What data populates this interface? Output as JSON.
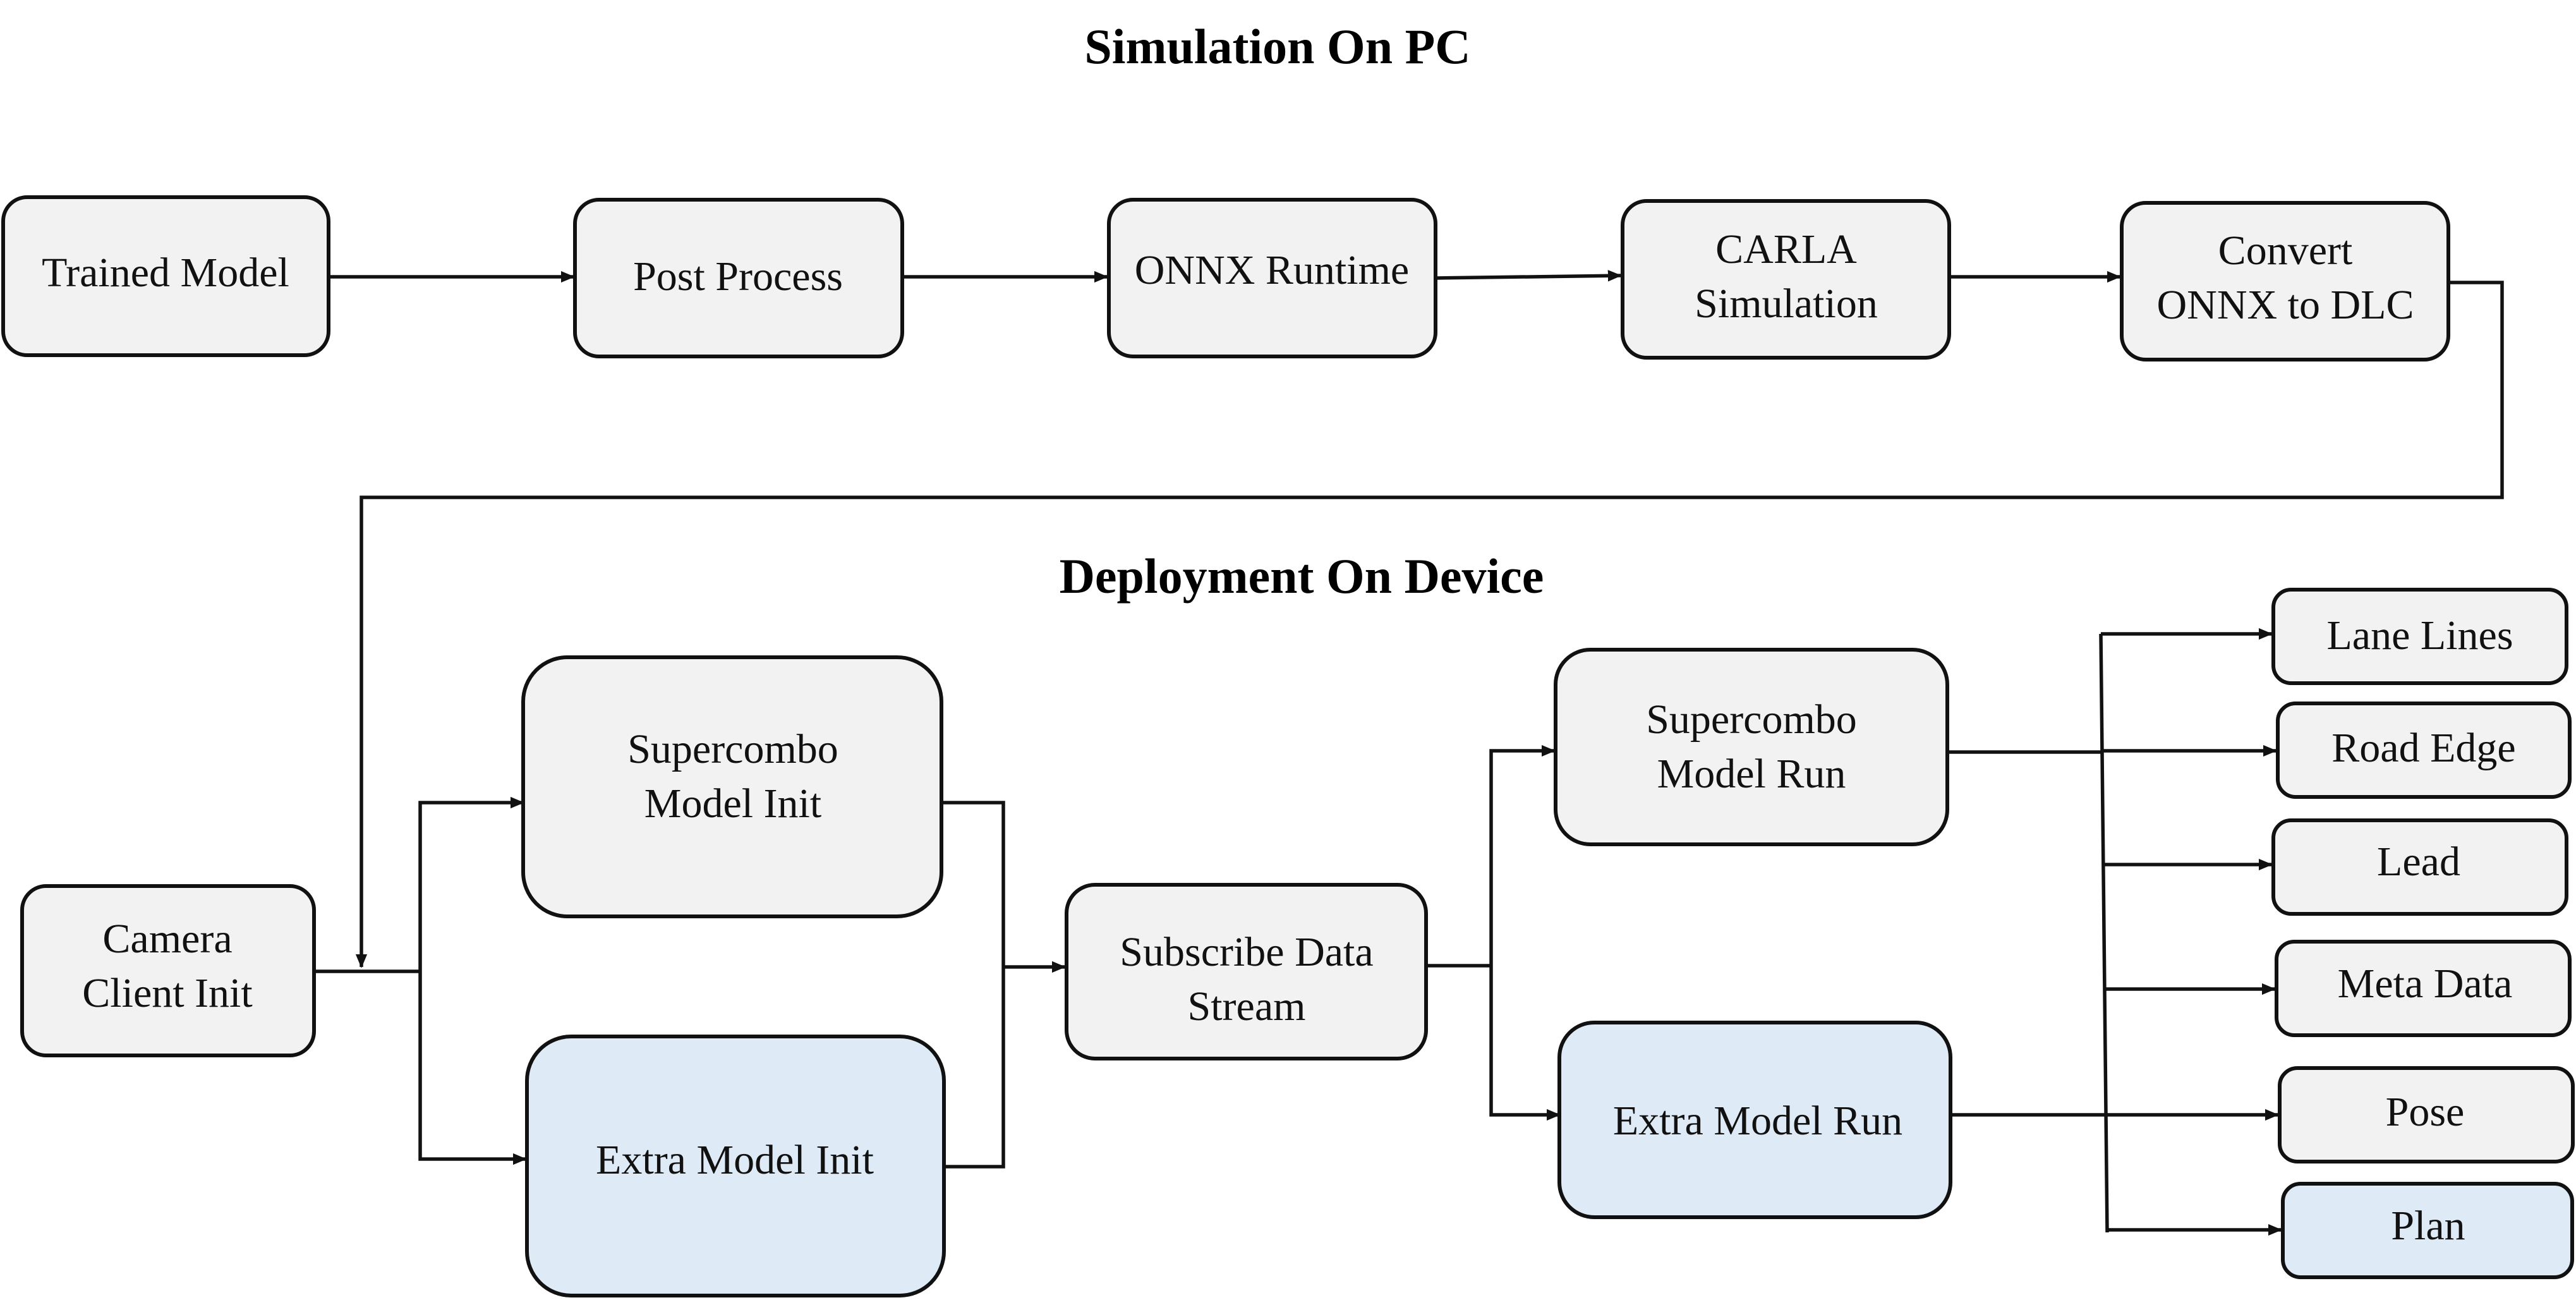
{
  "titles": {
    "simulation": "Simulation On PC",
    "deployment": "Deployment On Device"
  },
  "colors": {
    "box_fill": "#f2f2f2",
    "box_fill_highlight": "#deeaf6",
    "stroke": "#111111"
  },
  "nodes": {
    "trained_model": {
      "lines": [
        "Trained Model"
      ]
    },
    "post_process": {
      "lines": [
        "Post Process"
      ]
    },
    "onnx_runtime": {
      "lines": [
        "ONNX Runtime"
      ]
    },
    "carla_simulation": {
      "lines": [
        "CARLA",
        "Simulation"
      ]
    },
    "convert_onnx_dlc": {
      "lines": [
        "Convert",
        "ONNX to DLC"
      ]
    },
    "camera_client_init": {
      "lines": [
        "Camera",
        "Client Init"
      ]
    },
    "supercombo_model_init": {
      "lines": [
        "Supercombo",
        "Model Init"
      ]
    },
    "extra_model_init": {
      "lines": [
        "Extra Model Init"
      ]
    },
    "subscribe_data_stream": {
      "lines": [
        "Subscribe Data",
        "Stream"
      ]
    },
    "supercombo_model_run": {
      "lines": [
        "Supercombo",
        "Model Run"
      ]
    },
    "extra_model_run": {
      "lines": [
        "Extra Model Run"
      ]
    },
    "lane_lines": {
      "lines": [
        "Lane Lines"
      ]
    },
    "road_edge": {
      "lines": [
        "Road Edge"
      ]
    },
    "lead": {
      "lines": [
        "Lead"
      ]
    },
    "meta_data": {
      "lines": [
        "Meta Data"
      ]
    },
    "pose": {
      "lines": [
        "Pose"
      ]
    },
    "plan": {
      "lines": [
        "Plan"
      ]
    }
  }
}
